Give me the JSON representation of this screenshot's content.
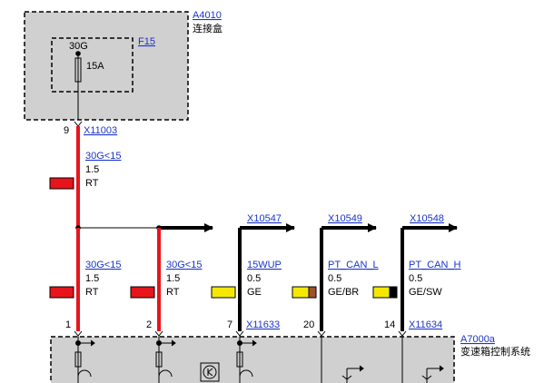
{
  "components": {
    "a4010": {
      "id": "A4010",
      "name": "连接盒"
    },
    "f15": {
      "id": "F15",
      "terminal": "30G",
      "rating": "15A"
    },
    "a7000a": {
      "id": "A7000a",
      "name": "变速箱控制系统"
    }
  },
  "connectors": {
    "x11003": {
      "id": "X11003",
      "pin": "9"
    },
    "x11633": {
      "id": "X11633"
    },
    "x11634": {
      "id": "X11634"
    },
    "bottom_pins": [
      "1",
      "2",
      "7",
      "20",
      "14"
    ]
  },
  "wire_top": {
    "signal": "30G<15",
    "gauge": "1.5",
    "color_code": "RT",
    "color": "#e8141c"
  },
  "wires": [
    {
      "signal": "30G<15",
      "gauge": "1.5",
      "color_code": "RT",
      "color": "#e8141c"
    },
    {
      "signal": "30G<15",
      "gauge": "1.5",
      "color_code": "RT",
      "color": "#e8141c"
    },
    {
      "signal": "15WUP",
      "gauge": "0.5",
      "color_code": "GE",
      "color": "#f5e800"
    },
    {
      "signal": "PT_CAN_L",
      "gauge": "0.5",
      "color_code": "GE/BR",
      "color": "#f5e800",
      "stripe": "#a0522d"
    },
    {
      "signal": "PT_CAN_H",
      "gauge": "0.5",
      "color_code": "GE/SW",
      "color": "#f5e800",
      "stripe": "#000000"
    }
  ],
  "arrow_refs": [
    "X10547",
    "X10549",
    "X10548"
  ],
  "colors": {
    "box_fill": "#d0d0d0",
    "link": "#1a35c8",
    "wire_black": "#000000"
  }
}
